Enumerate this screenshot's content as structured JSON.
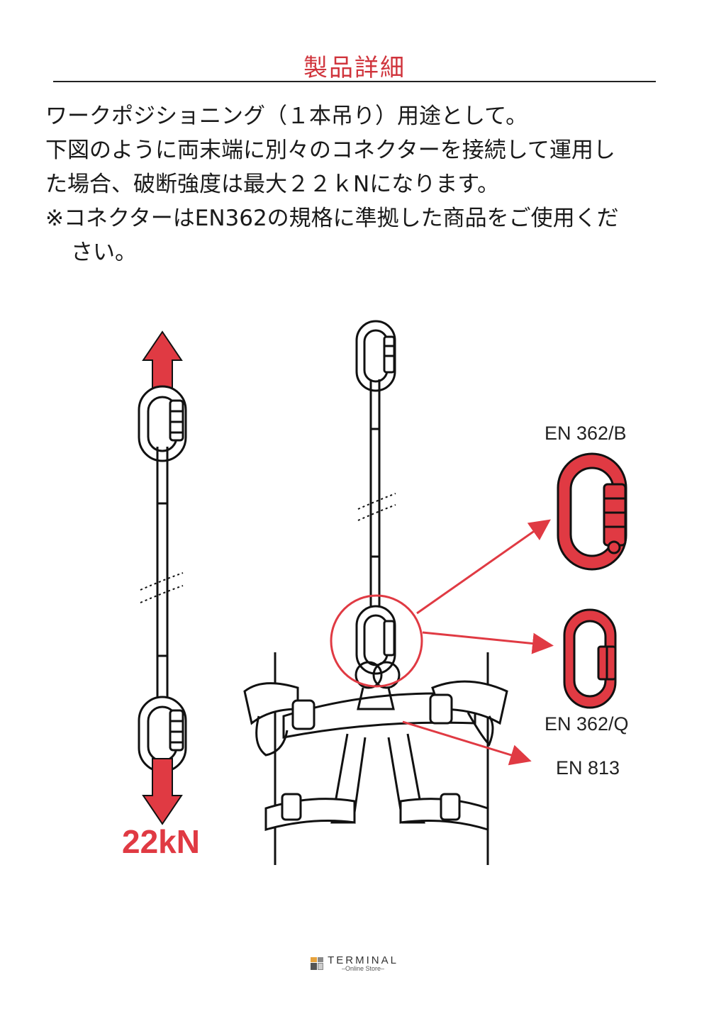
{
  "header": {
    "title": "製品詳細"
  },
  "description": {
    "line1": "ワークポジショニング（１本吊り）用途として。",
    "line2": "下図のように両末端に別々のコネクターを接続して運用し",
    "line3": "た場合、破断強度は最大２２ｋNになります。",
    "note_line1": "※コネクターはEN362の規格に準拠した商品をご使用くだ",
    "note_line2": "さい。"
  },
  "diagram": {
    "force_label": "22kN",
    "label_en362b": "EN 362/B",
    "label_en362q": "EN 362/Q",
    "label_en813": "EN 813",
    "accent_color": "#e03a43"
  },
  "brand": {
    "name": "TERMINAL",
    "sub": "–Online Store–"
  }
}
